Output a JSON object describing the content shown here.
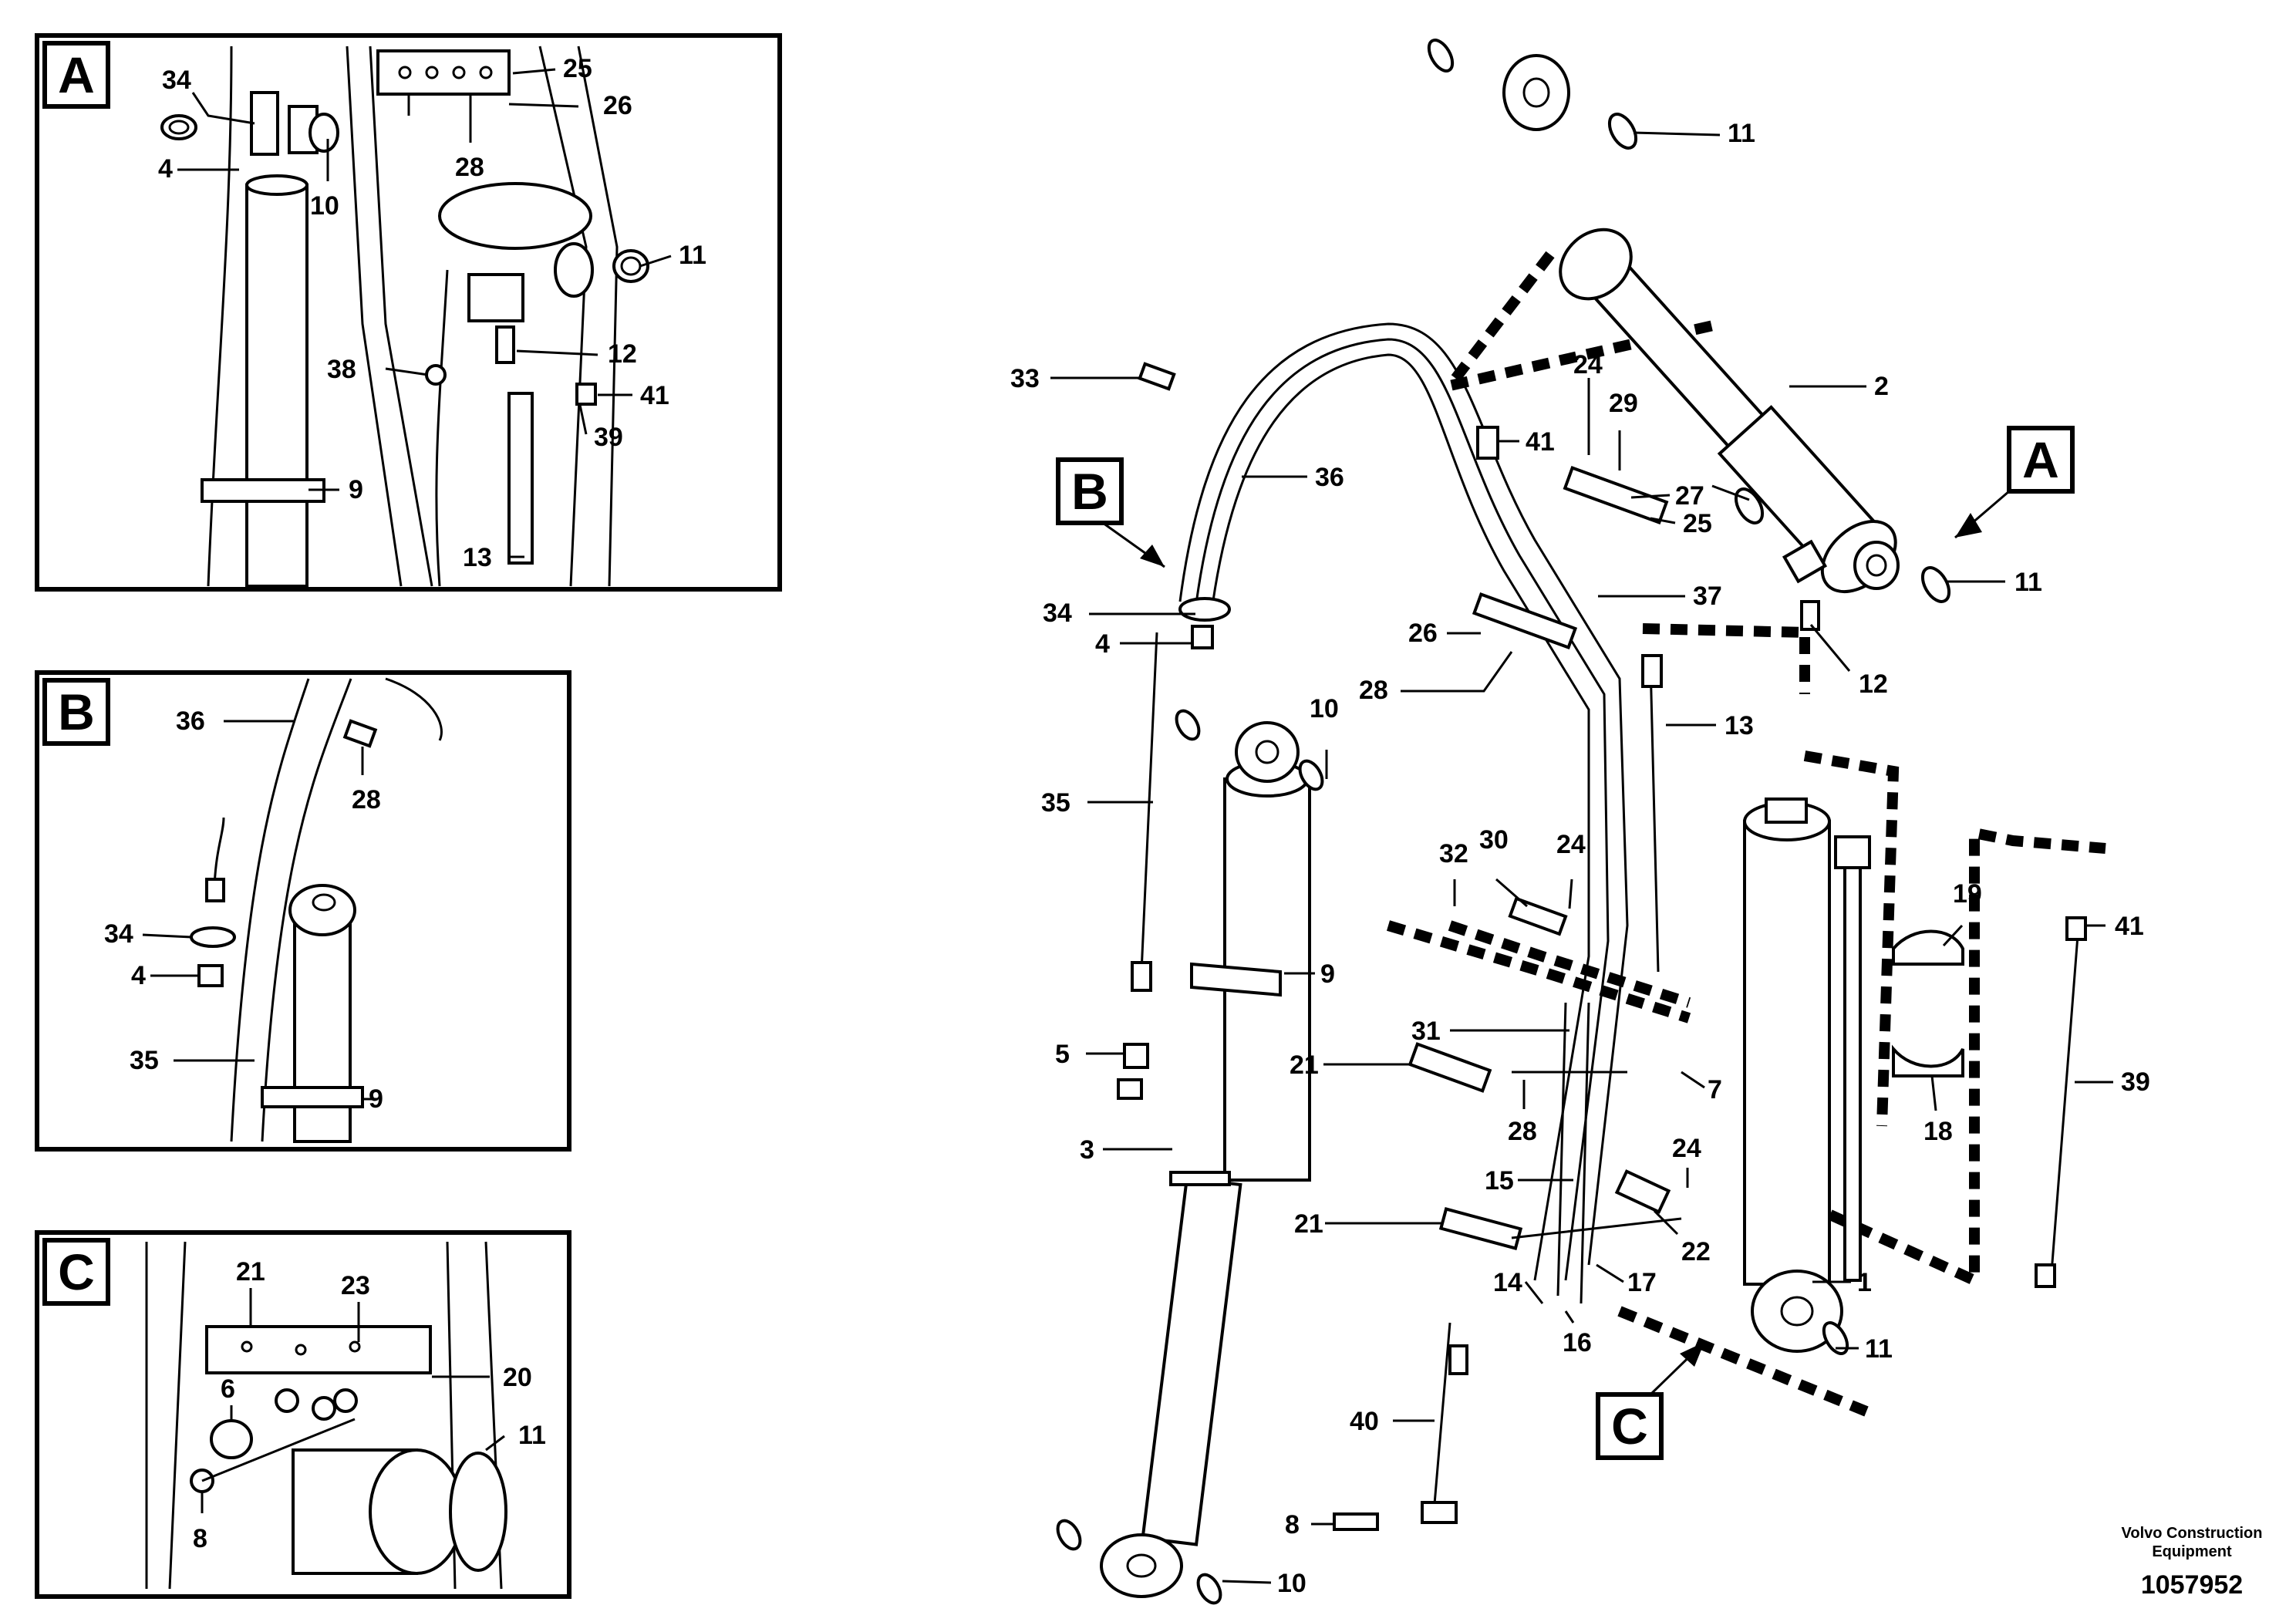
{
  "insets": {
    "a": {
      "letter": "A",
      "labels": {
        "l34": "34",
        "l25": "25",
        "l26": "26",
        "l4": "4",
        "l28": "28",
        "l10": "10",
        "l11": "11",
        "l12": "12",
        "l38": "38",
        "l41": "41",
        "l39": "39",
        "l9": "9",
        "l13": "13"
      }
    },
    "b": {
      "letter": "B",
      "labels": {
        "l36": "36",
        "l28": "28",
        "l34": "34",
        "l4": "4",
        "l35": "35",
        "l9": "9"
      }
    },
    "c": {
      "letter": "C",
      "labels": {
        "l21": "21",
        "l23": "23",
        "l20": "20",
        "l6": "6",
        "l11": "11",
        "l8": "8"
      }
    }
  },
  "main": {
    "callouts": {
      "a": "A",
      "b": "B",
      "c": "C"
    },
    "labels": {
      "l11_top": "11",
      "l2": "2",
      "l33": "33",
      "l36": "36",
      "l41_top": "41",
      "l24_top": "24",
      "l29": "29",
      "l27": "27",
      "l25": "25",
      "l11_mid": "11",
      "l12": "12",
      "l37": "37",
      "l34": "34",
      "l4": "4",
      "l26": "26",
      "l28_top": "28",
      "l10_top": "10",
      "l13": "13",
      "l35": "35",
      "l32": "32",
      "l30": "30",
      "l24_mid": "24",
      "l19": "19",
      "l41_right": "41",
      "l9": "9",
      "l31": "31",
      "l5": "5",
      "l21_top": "21",
      "l7": "7",
      "l39": "39",
      "l28_mid": "28",
      "l18": "18",
      "l24_low": "24",
      "l3": "3",
      "l15": "15",
      "l21_low": "21",
      "l22": "22",
      "l1": "1",
      "l14": "14",
      "l17": "17",
      "l11_low": "11",
      "l16": "16",
      "l40": "40",
      "l8": "8",
      "l10_bottom": "10"
    }
  },
  "footer": {
    "company_line1": "Volvo Construction",
    "company_line2": "Equipment",
    "drawing_number": "1057952"
  }
}
